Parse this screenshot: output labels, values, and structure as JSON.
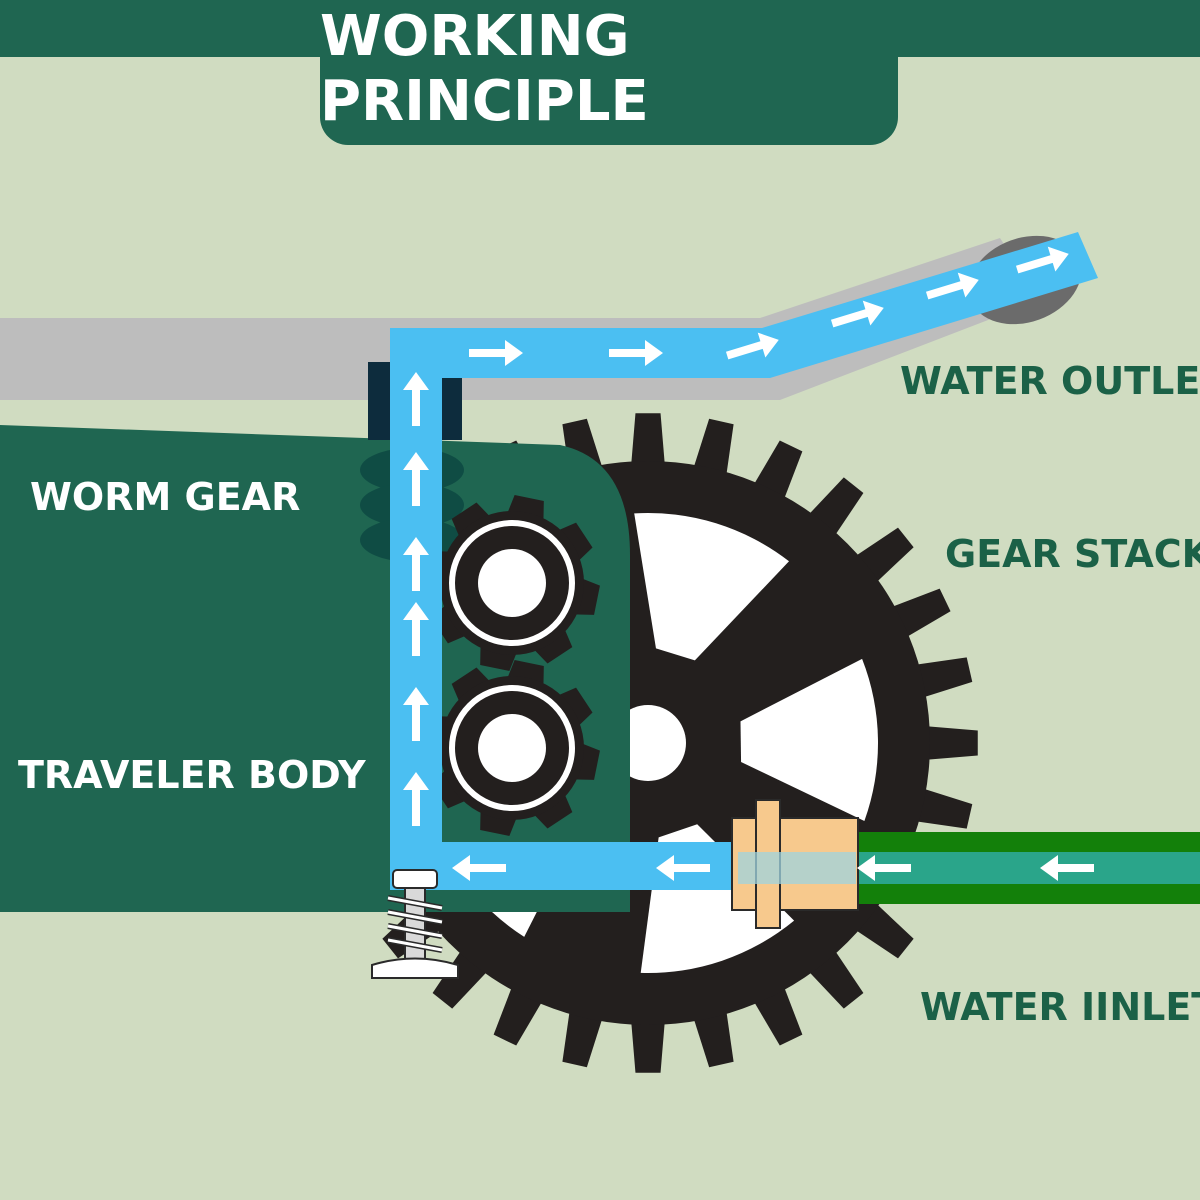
{
  "title": "WORKING PRINCIPLE",
  "labels": {
    "worm_gear": "WORM GEAR",
    "traveler_body": "TRAVELER BODY",
    "water_outlet": "WATER OUTLET",
    "gear_stack": "GEAR STACK",
    "water_inlet": "WATER IINLET"
  },
  "colors": {
    "background": "#d0dcc1",
    "body_green": "#1f6651",
    "label_dark": "#1b6147",
    "water_flow": "#4bbff2",
    "inlet_pipe": "#13800a",
    "inlet_core": "#2aa58a",
    "gear": "#231f1e",
    "coupler": "#f7c98d",
    "outlet_pipe": "#bdbdbd"
  },
  "flow_arrows": {
    "up_path": "arrow-up-icon",
    "right_path": "arrow-right-icon",
    "left_path": "arrow-left-icon"
  }
}
